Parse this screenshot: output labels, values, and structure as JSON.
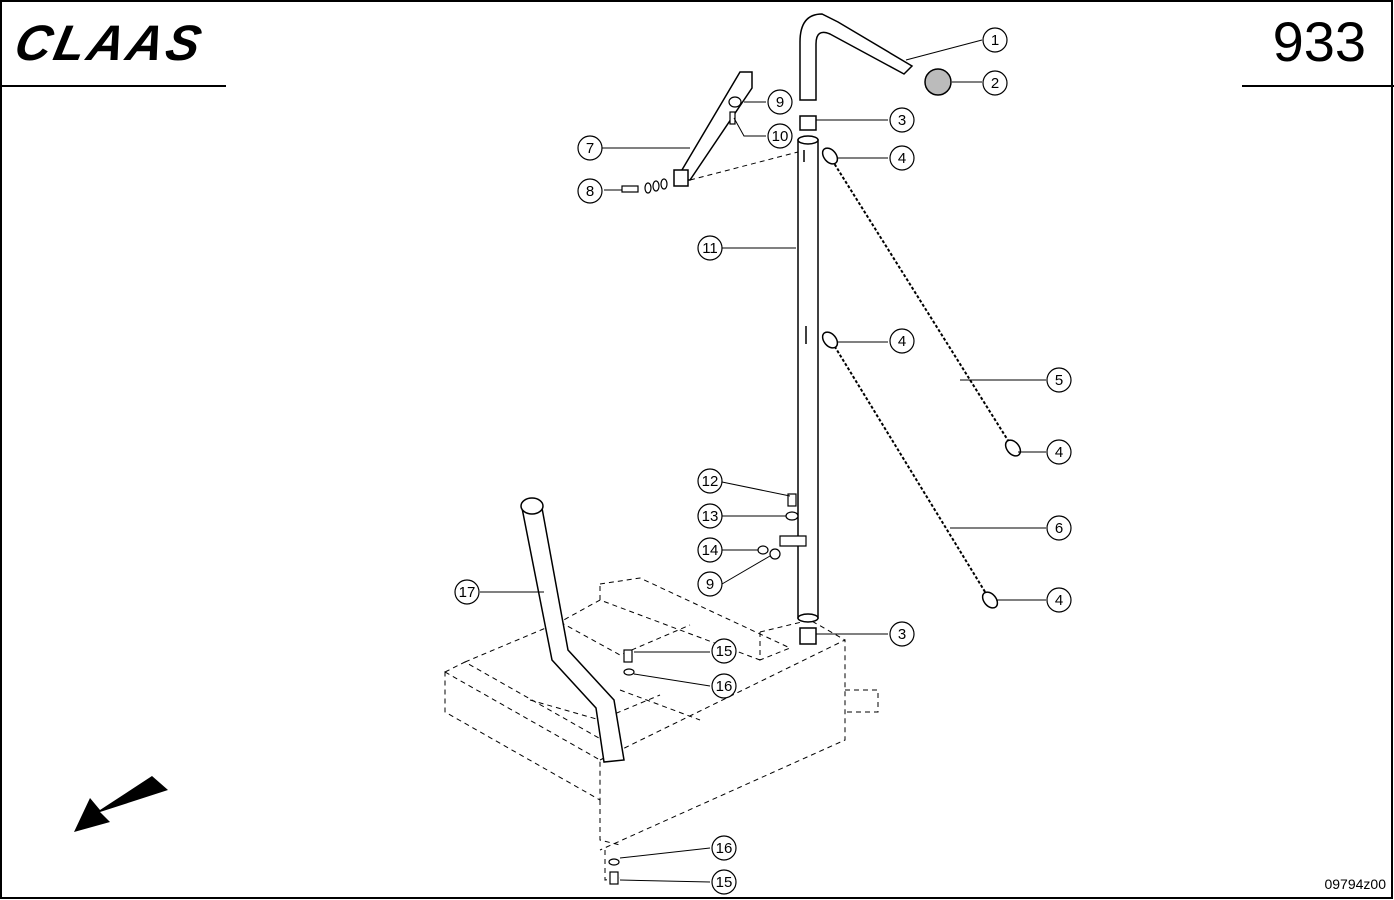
{
  "header": {
    "brand": "CLAAS",
    "page_number": "933"
  },
  "footer": {
    "drawing_number": "09794z00"
  },
  "callouts": [
    {
      "id": "c1",
      "label": "1"
    },
    {
      "id": "c2",
      "label": "2"
    },
    {
      "id": "c3a",
      "label": "3"
    },
    {
      "id": "c3b",
      "label": "3"
    },
    {
      "id": "c4a",
      "label": "4"
    },
    {
      "id": "c4b",
      "label": "4"
    },
    {
      "id": "c4c",
      "label": "4"
    },
    {
      "id": "c4d",
      "label": "4"
    },
    {
      "id": "c5",
      "label": "5"
    },
    {
      "id": "c6",
      "label": "6"
    },
    {
      "id": "c7",
      "label": "7"
    },
    {
      "id": "c8",
      "label": "8"
    },
    {
      "id": "c9a",
      "label": "9"
    },
    {
      "id": "c9b",
      "label": "9"
    },
    {
      "id": "c10",
      "label": "10"
    },
    {
      "id": "c11",
      "label": "11"
    },
    {
      "id": "c12",
      "label": "12"
    },
    {
      "id": "c13",
      "label": "13"
    },
    {
      "id": "c14",
      "label": "14"
    },
    {
      "id": "c15a",
      "label": "15"
    },
    {
      "id": "c15b",
      "label": "15"
    },
    {
      "id": "c16a",
      "label": "16"
    },
    {
      "id": "c16b",
      "label": "16"
    },
    {
      "id": "c17",
      "label": "17"
    }
  ]
}
